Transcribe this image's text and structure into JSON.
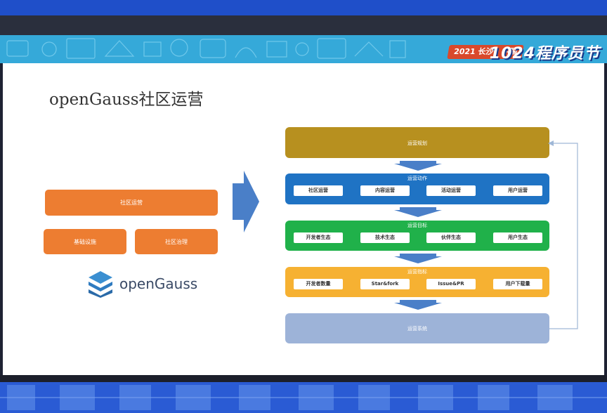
{
  "event": {
    "badge": "2021 长沙 · 中国",
    "title": "1024程序员节"
  },
  "slide": {
    "title": "openGauss社区运营",
    "left": {
      "top_box": "社区运营",
      "bottom_left": "基础设施",
      "bottom_right": "社区治理",
      "logo_text": "openGauss"
    },
    "rows": [
      {
        "label": "运营规划",
        "items": []
      },
      {
        "label": "运营动作",
        "items": [
          "社区运营",
          "内容运营",
          "活动运营",
          "用户运营"
        ]
      },
      {
        "label": "运营目标",
        "items": [
          "开发者生态",
          "技术生态",
          "伙伴生态",
          "用户生态"
        ]
      },
      {
        "label": "运营指标",
        "items": [
          "开发者数量",
          "Star&fork",
          "Issue&PR",
          "用户下载量"
        ]
      },
      {
        "label": "运营系统",
        "items": []
      }
    ]
  },
  "colors": {
    "plan": "#b7901f",
    "action": "#1f73c4",
    "goal": "#20b14a",
    "metric": "#f6b132",
    "system": "#9db3d8",
    "orange": "#ed7d31",
    "arrow": "#4a7fc8"
  }
}
